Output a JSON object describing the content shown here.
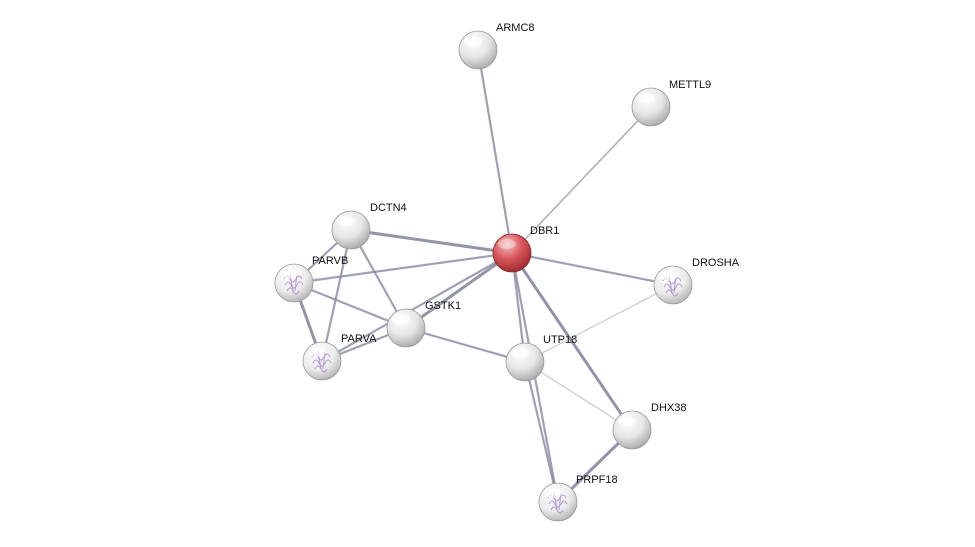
{
  "network": {
    "nodes": [
      {
        "id": "ARMC8",
        "label": "ARMC8",
        "style": "plain"
      },
      {
        "id": "METTL9",
        "label": "METTL9",
        "style": "plain"
      },
      {
        "id": "DCTN4",
        "label": "DCTN4",
        "style": "plain"
      },
      {
        "id": "DBR1",
        "label": "DBR1",
        "style": "query"
      },
      {
        "id": "PARVB",
        "label": "PARVB",
        "style": "structure"
      },
      {
        "id": "DROSHA",
        "label": "DROSHA",
        "style": "structure"
      },
      {
        "id": "GSTK1",
        "label": "GSTK1",
        "style": "plain"
      },
      {
        "id": "PARVA",
        "label": "PARVA",
        "style": "structure"
      },
      {
        "id": "UTP18",
        "label": "UTP18",
        "style": "plain"
      },
      {
        "id": "DHX38",
        "label": "DHX38",
        "style": "plain"
      },
      {
        "id": "PRPF18",
        "label": "PRPF18",
        "style": "structure"
      }
    ],
    "edges": [
      {
        "source": "ARMC8",
        "target": "DBR1",
        "strength": "medium"
      },
      {
        "source": "METTL9",
        "target": "DBR1",
        "strength": "weak"
      },
      {
        "source": "DCTN4",
        "target": "DBR1",
        "strength": "strong"
      },
      {
        "source": "PARVB",
        "target": "DBR1",
        "strength": "medium"
      },
      {
        "source": "DROSHA",
        "target": "DBR1",
        "strength": "medium"
      },
      {
        "source": "GSTK1",
        "target": "DBR1",
        "strength": "strong"
      },
      {
        "source": "PARVA",
        "target": "DBR1",
        "strength": "medium"
      },
      {
        "source": "UTP18",
        "target": "DBR1",
        "strength": "medium"
      },
      {
        "source": "DHX38",
        "target": "DBR1",
        "strength": "strong"
      },
      {
        "source": "PRPF18",
        "target": "DBR1",
        "strength": "medium"
      },
      {
        "source": "DCTN4",
        "target": "GSTK1",
        "strength": "medium"
      },
      {
        "source": "DCTN4",
        "target": "PARVB",
        "strength": "medium"
      },
      {
        "source": "DCTN4",
        "target": "PARVA",
        "strength": "medium"
      },
      {
        "source": "PARVB",
        "target": "PARVA",
        "strength": "strong"
      },
      {
        "source": "PARVB",
        "target": "GSTK1",
        "strength": "medium"
      },
      {
        "source": "PARVA",
        "target": "GSTK1",
        "strength": "medium"
      },
      {
        "source": "GSTK1",
        "target": "UTP18",
        "strength": "medium"
      },
      {
        "source": "UTP18",
        "target": "DROSHA",
        "strength": "faint"
      },
      {
        "source": "UTP18",
        "target": "DHX38",
        "strength": "faint"
      },
      {
        "source": "UTP18",
        "target": "PRPF18",
        "strength": "medium"
      },
      {
        "source": "DHX38",
        "target": "PRPF18",
        "strength": "strong"
      }
    ],
    "colors": {
      "node_plain": "#e8e8e8",
      "node_query": "#d9484f",
      "edge": "#7f8299",
      "structure_tint": "#a07acb",
      "label": "#111111"
    }
  }
}
